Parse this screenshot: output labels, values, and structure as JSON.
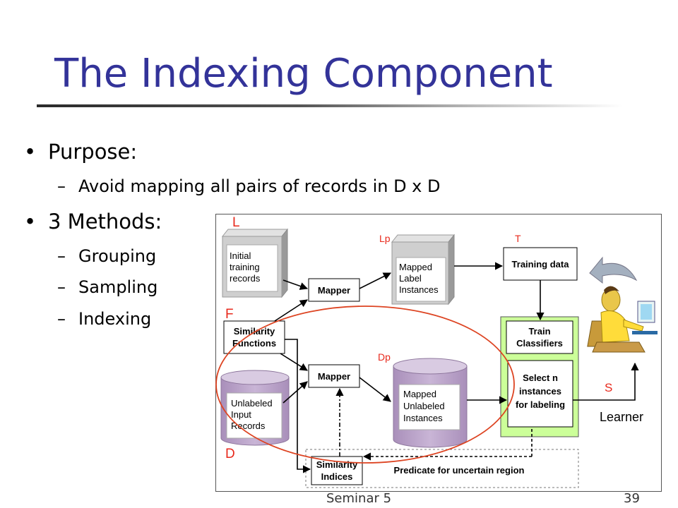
{
  "slide": {
    "title": "The Indexing Component",
    "bullets": [
      {
        "text": "Purpose:",
        "subitems": [
          "Avoid mapping all pairs of records in D x D"
        ]
      },
      {
        "text": "3 Methods:",
        "subitems": [
          "Grouping",
          "Sampling",
          "Indexing"
        ]
      }
    ],
    "footer_left": "Seminar 5",
    "footer_right": "39"
  },
  "diagram": {
    "labels": {
      "L": "L",
      "Lp": "Lp",
      "T": "T",
      "F": "F",
      "Dp": "Dp",
      "S": "S",
      "D": "D"
    },
    "boxes": {
      "initial": [
        "Initial",
        "training",
        "records"
      ],
      "mapper_top": "Mapper",
      "mapped_label": [
        "Mapped",
        "Label",
        "Instances"
      ],
      "training_data": "Training data",
      "similarity_functions": [
        "Similarity",
        "Functions"
      ],
      "mapper_bottom": "Mapper",
      "unlabeled": [
        "Unlabeled",
        "Input",
        "Records"
      ],
      "mapped_unlabeled": [
        "Mapped",
        "Unlabeled",
        "Instances"
      ],
      "train_classifiers": [
        "Train",
        "Classifiers"
      ],
      "select_n": [
        "Select n",
        "instances",
        "for labeling"
      ],
      "similarity_indices": [
        "Similarity",
        "Indices"
      ],
      "predicate": "Predicate for uncertain region",
      "learner": "Learner"
    },
    "colors": {
      "red_label": "#e8291c",
      "highlight_ellipse": "#dd4422",
      "green_panel": "#ccff99",
      "purple": "#b9a3c6",
      "gray_box": "#c8c8c8"
    }
  }
}
